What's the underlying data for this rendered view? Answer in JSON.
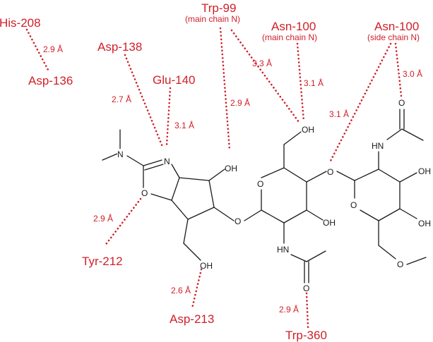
{
  "residues": {
    "his208": "His-208",
    "asp136": "Asp-136",
    "asp138": "Asp-138",
    "glu140": "Glu-140",
    "trp99": "Trp-99",
    "trp99_note": "(main chain N)",
    "asn100_main": "Asn-100",
    "asn100_main_note": "(main chain N)",
    "asn100_side": "Asn-100",
    "asn100_side_note": "(side chain N)",
    "tyr212": "Tyr-212",
    "asp213": "Asp-213",
    "trp360": "Trp-360"
  },
  "distances": {
    "his208_asp136": "2.9 Å",
    "asp138": "2.7 Å",
    "glu140": "3.1 Å",
    "trp99_a": "2.9 Å",
    "trp99_b": "3.3 Å",
    "asn100_main": "3.1 Å",
    "asn100_side_a": "3.1 Å",
    "asn100_side_b": "3.0 Å",
    "tyr212": "2.9 Å",
    "asp213": "2.6 Å",
    "trp360": "2.9 Å"
  },
  "atoms": {
    "n_amine": "N",
    "n_ring": "N",
    "o_oxazoline": "O",
    "oh_cyclopentane": "OH",
    "oh_ch2": "OH",
    "o_glyc1": "O",
    "o_ring2": "O",
    "oh_ring2": "OH",
    "oh_ch2_ring2": "OH",
    "hn_ring2": "HN",
    "o_carbonyl2": "O",
    "o_glyc2": "O",
    "o_ring3": "O",
    "hn_ring3": "HN",
    "o_carbonyl3": "O",
    "oh_ring3_a": "OH",
    "oh_ring3_b": "OH",
    "o_methoxy": "O"
  },
  "colors": {
    "hbond": "#d0202a",
    "bond": "#1a1a1a"
  }
}
